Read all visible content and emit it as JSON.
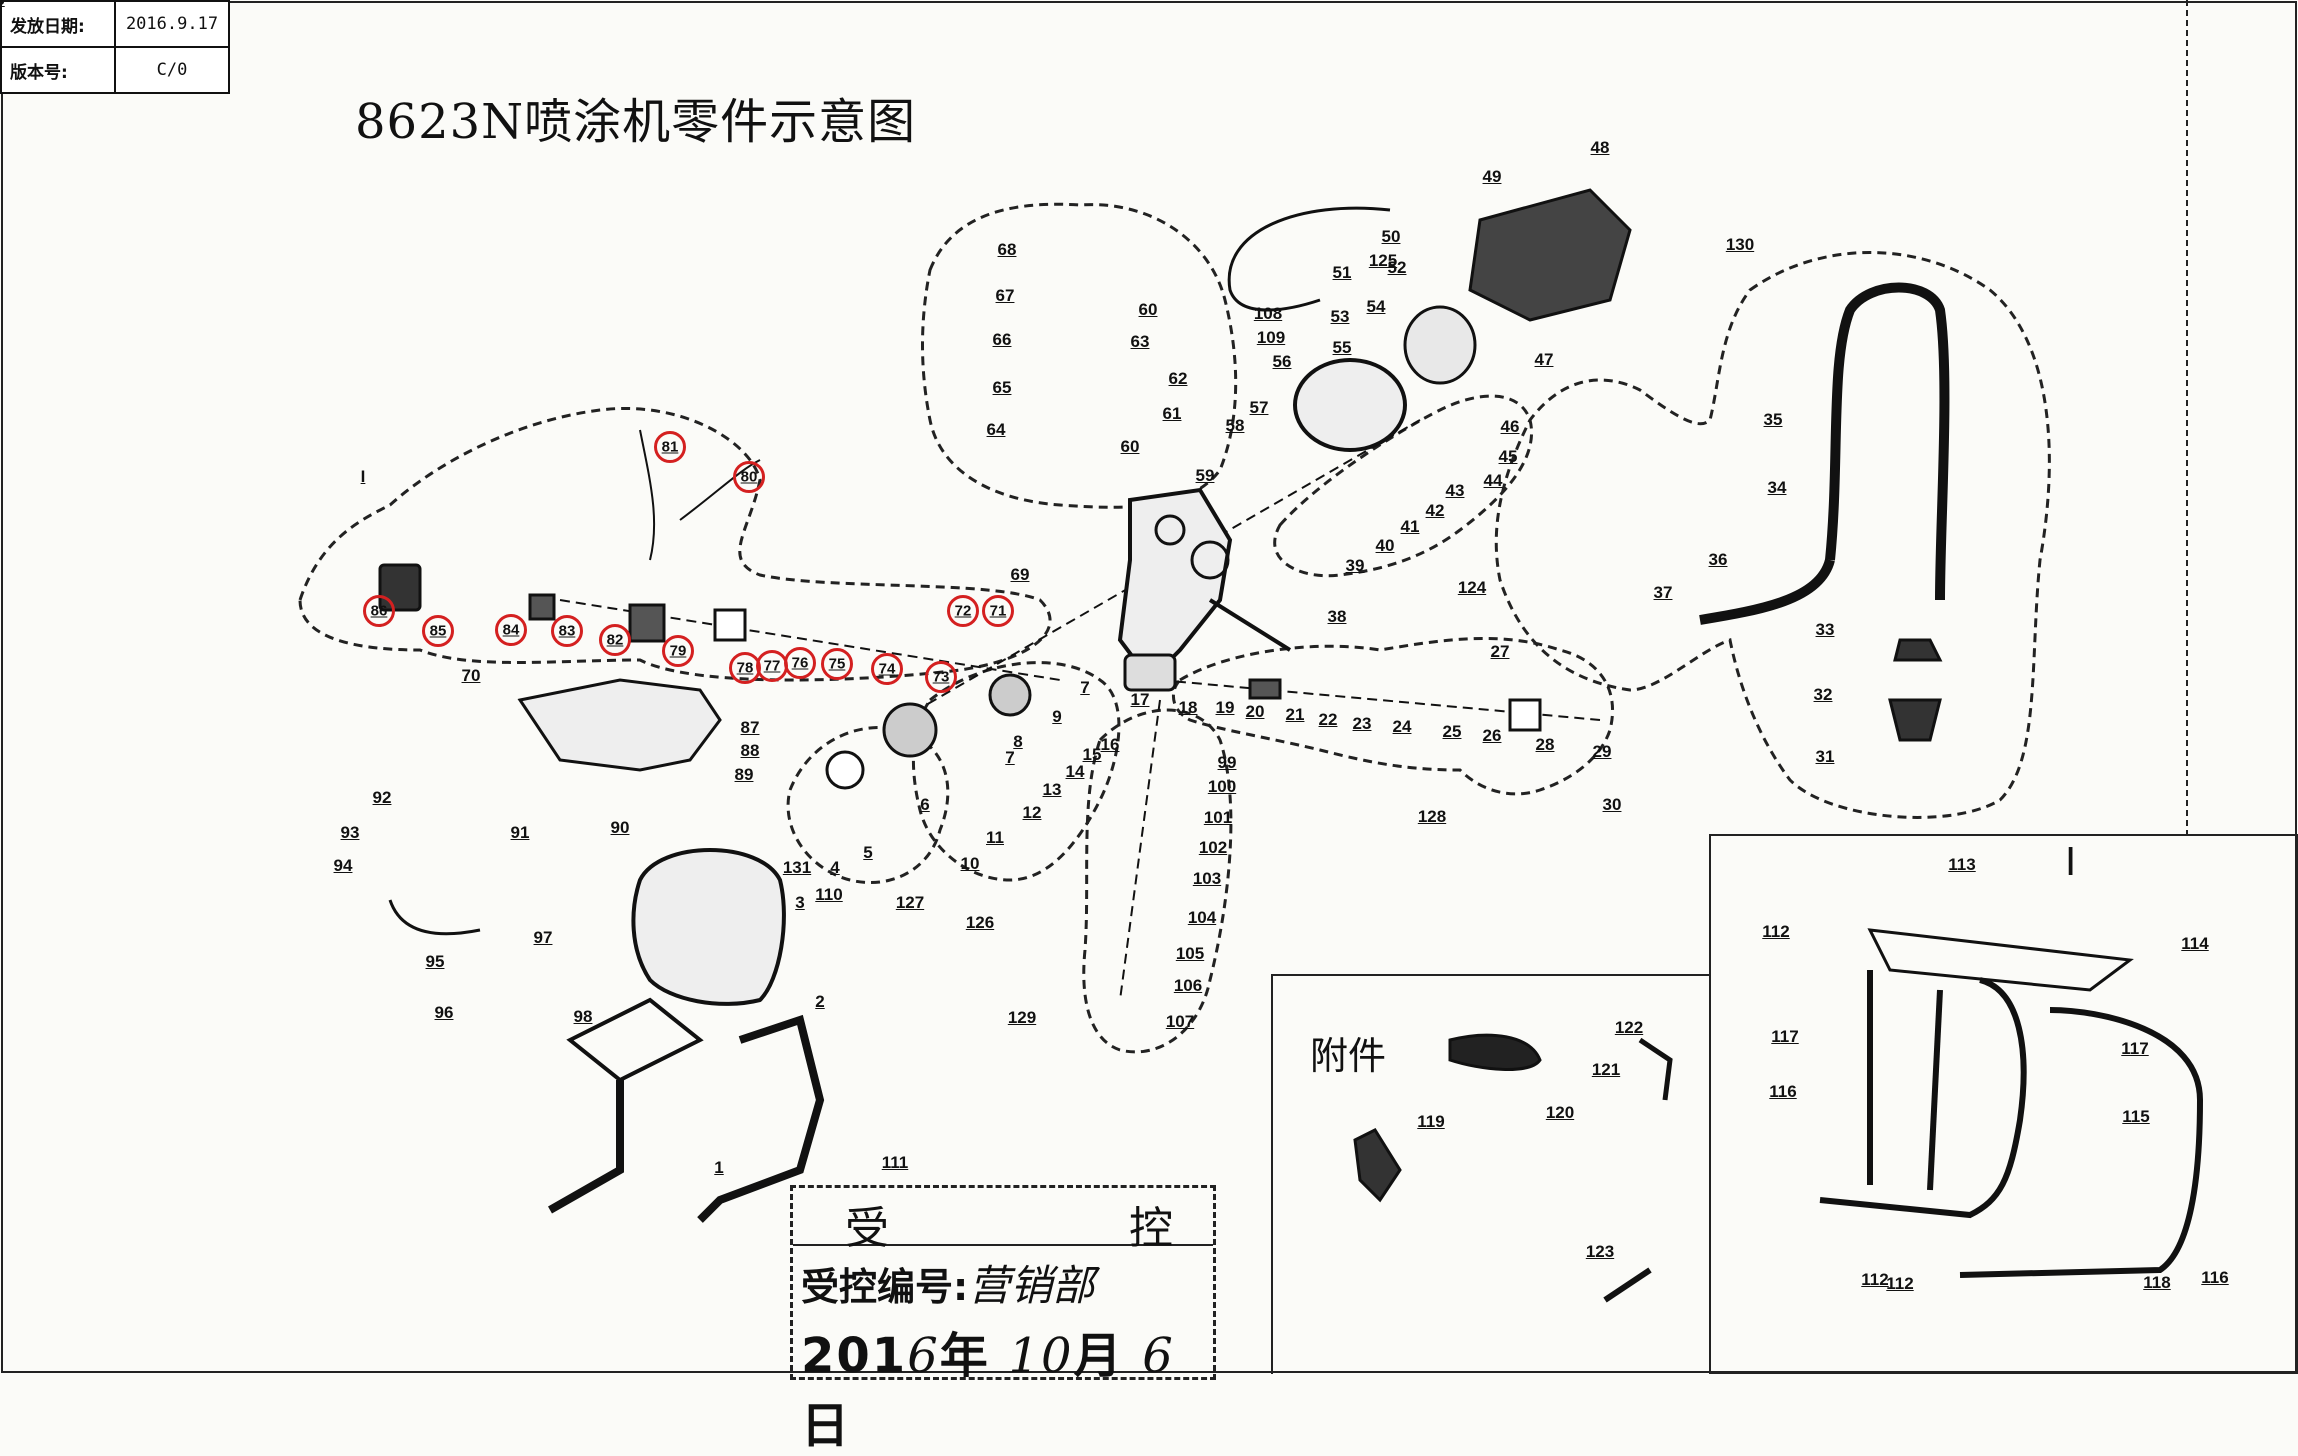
{
  "header": {
    "issue_date_label": "发放日期:",
    "issue_date_value": "2016.9.17",
    "version_label": "版本号:",
    "version_value": "C/0"
  },
  "title": "8623N喷涂机零件示意图",
  "highlight_color": "#d42020",
  "part_labels": [
    "1",
    "2",
    "3",
    "4",
    "5",
    "6",
    "7",
    "7",
    "8",
    "9",
    "10",
    "11",
    "12",
    "13",
    "14",
    "15",
    "16",
    "17",
    "18",
    "19",
    "20",
    "21",
    "22",
    "23",
    "24",
    "25",
    "26",
    "27",
    "28",
    "29",
    "30",
    "31",
    "32",
    "33",
    "34",
    "35",
    "36",
    "37",
    "38",
    "39",
    "40",
    "41",
    "42",
    "43",
    "44",
    "45",
    "46",
    "47",
    "48",
    "49",
    "50",
    "51",
    "52",
    "53",
    "54",
    "55",
    "56",
    "57",
    "58",
    "59",
    "60",
    "60",
    "61",
    "62",
    "63",
    "64",
    "65",
    "66",
    "67",
    "68",
    "69",
    "70",
    "87",
    "88",
    "89",
    "90",
    "91",
    "92",
    "93",
    "94",
    "95",
    "96",
    "97",
    "98",
    "99",
    "100",
    "101",
    "102",
    "103",
    "104",
    "105",
    "106",
    "107",
    "108",
    "109",
    "110",
    "111",
    "I",
    "124",
    "125",
    "126",
    "127",
    "128",
    "129",
    "130",
    "131",
    "3"
  ],
  "highlighted_labels": [
    "81",
    "80",
    "86",
    "85",
    "84",
    "83",
    "82",
    "79",
    "78",
    "77",
    "76",
    "75",
    "74",
    "73",
    "72",
    "71"
  ],
  "accessory_section": {
    "title": "附件",
    "labels": [
      "119",
      "120",
      "121",
      "122",
      "123"
    ]
  },
  "detail_section": {
    "title": "I",
    "labels": [
      "112",
      "113",
      "114",
      "115",
      "116",
      "117",
      "117",
      "112",
      "112",
      "118",
      "116"
    ]
  },
  "stamp": {
    "top_left": "受",
    "top_right": "控",
    "control_label": "受控编号:",
    "control_value": "营销部",
    "date_year": "201",
    "date_year_last": "6",
    "date_year_char": "年",
    "date_month": "10",
    "date_month_char": "月",
    "date_day": "6",
    "date_day_char": "日"
  }
}
